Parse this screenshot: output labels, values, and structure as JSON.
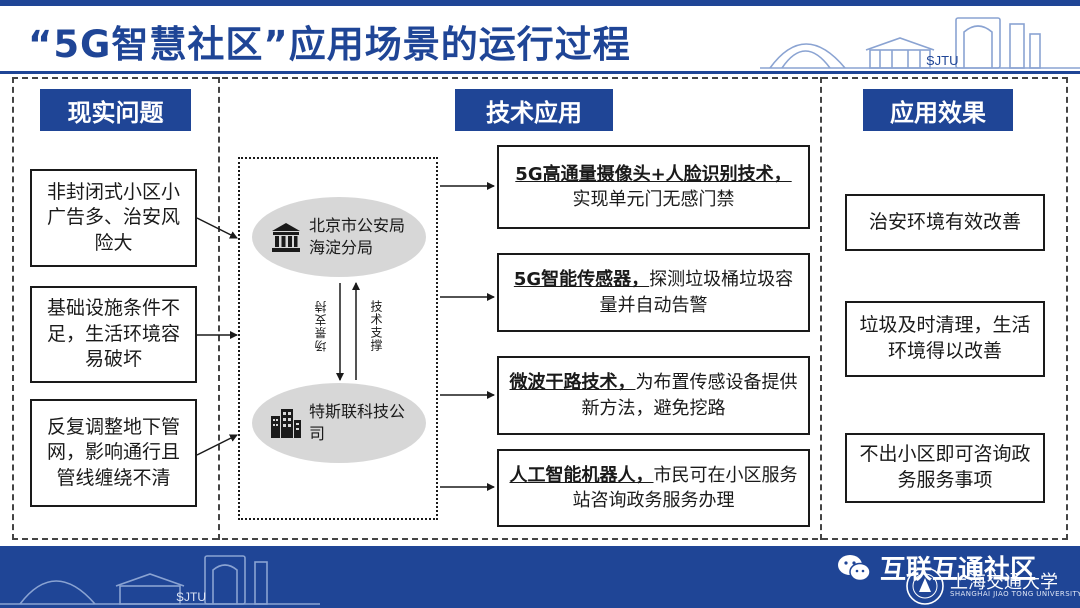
{
  "slide": {
    "title": "“5G智慧社区”应用场景的运行过程",
    "brand_color": "#1f4596",
    "logo_text": "SJTU"
  },
  "columns": {
    "problems": {
      "header": "现实问题",
      "items": [
        "非封闭式小区小广告多、治安风险大",
        "基础设施条件不足，生活环境容易破坏",
        "反复调整地下管网，影响通行且管线缠绕不清"
      ]
    },
    "tech": {
      "header": "技术应用",
      "items": [
        {
          "bold": "5G高通量摄像头+人脸识别技术，",
          "rest": "实现单元门无感门禁"
        },
        {
          "bold": "5G智能传感器，",
          "rest": "探测垃圾桶垃圾容量并自动告警"
        },
        {
          "bold": "微波干路技术，",
          "rest": "为布置传感设备提供新方法，避免挖路"
        },
        {
          "bold": "人工智能机器人，",
          "rest": "市民可在小区服务站咨询政务服务办理"
        }
      ]
    },
    "effects": {
      "header": "应用效果",
      "items": [
        "治安环境有效改善",
        "垃圾及时清理，生活环境得以改善",
        "不出小区即可咨询政务服务事项"
      ]
    }
  },
  "actors": {
    "police": {
      "label": "北京市公安局海淀分局",
      "icon": "government-building-icon"
    },
    "company": {
      "label": "特斯联科技公司",
      "icon": "office-building-icon"
    },
    "label_up": "技术支撑",
    "label_down": "场景支持"
  },
  "footer": {
    "wechat_label": "互联互通社区",
    "university_name": "上海交通大学",
    "university_en": "SHANGHAI JIAO TONG UNIVERSITY"
  }
}
